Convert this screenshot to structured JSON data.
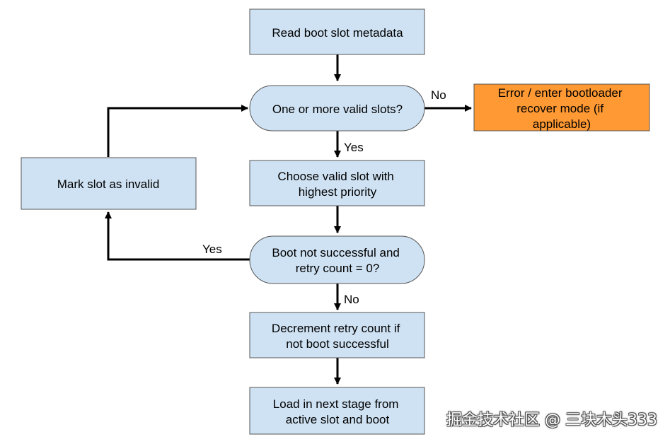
{
  "nodes": {
    "read_metadata": {
      "lines": [
        "Read boot slot metadata"
      ]
    },
    "valid_slots_decision": {
      "lines": [
        "One or more valid slots?"
      ]
    },
    "error_bootloader": {
      "lines": [
        "Error / enter bootloader",
        "recover mode (if",
        "applicable)"
      ]
    },
    "choose_slot": {
      "lines": [
        "Choose valid slot with",
        "highest priority"
      ]
    },
    "mark_invalid": {
      "lines": [
        "Mark slot as invalid"
      ]
    },
    "boot_check_decision": {
      "lines": [
        "Boot not successful and",
        "retry count = 0?"
      ]
    },
    "decrement_retry": {
      "lines": [
        "Decrement retry count if",
        "not boot successful"
      ]
    },
    "load_next_stage": {
      "lines": [
        "Load in next stage from",
        "active slot and boot"
      ]
    }
  },
  "edge_labels": {
    "no_to_error": "No",
    "yes_to_choose": "Yes",
    "yes_to_mark": "Yes",
    "no_to_decrement": "No"
  },
  "colors": {
    "process_fill": "#cfe2f3",
    "decision_fill": "#cfe2f3",
    "error_fill": "#ff9933",
    "stroke": "#555555",
    "arrow": "#000000"
  },
  "watermark": "掘金技术社区 @ 三块木头333"
}
